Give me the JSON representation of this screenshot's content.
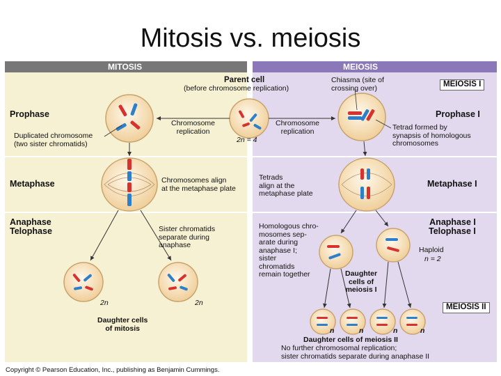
{
  "slide": {
    "title": "Mitosis vs. meiosis"
  },
  "mitosis": {
    "header": "MITOSIS",
    "prophase": "Prophase",
    "duplicated_chromosome": "Duplicated chromosome\n(two sister chromatids)",
    "chromosome_replication": "Chromosome\nreplication",
    "metaphase": "Metaphase",
    "chromosomes_align": "Chromosomes align\nat the metaphase plate",
    "anaphase_telophase": "Anaphase\nTelophase",
    "sister_chromatids_separate": "Sister chromatids\nseparate during\nanaphase",
    "ploidy_left": "2n",
    "ploidy_right": "2n",
    "daughter_cells": "Daughter cells\nof mitosis"
  },
  "center": {
    "parent_cell": "Parent cell",
    "parent_cell_note": "(before chromosome replication)",
    "ploidy": "2n = 4"
  },
  "meiosis": {
    "header": "MEIOSIS",
    "chiasma": "Chiasma (site of\ncrossing over)",
    "meiosis_one_box": "MEIOSIS I",
    "prophase_one": "Prophase I",
    "chromosome_replication": "Chromosome\nreplication",
    "tetrad_formed": "Tetrad formed by\nsynapsis of homologous\nchromosomes",
    "metaphase_one": "Metaphase I",
    "tetrads_align": "Tetrads\nalign at the\nmetaphase plate",
    "anaphase_telophase_one": "Anaphase I\nTelophase I",
    "homologous_separate": "Homologous chro-\nmosomes sep-\narate during\nanaphase I;\nsister\nchromatids\nremain together",
    "haploid": "Haploid",
    "haploid_n": "n = 2",
    "daughter_cells_one": "Daughter\ncells of\nmeiosis I",
    "meiosis_two_box": "MEIOSIS II",
    "n_labels": [
      "n",
      "n",
      "n",
      "n"
    ],
    "daughter_cells_two": "Daughter cells of meiosis II",
    "no_further": "No further chromosomal replication;\nsister chromatids separate during anaphase II"
  },
  "footer": {
    "copyright": "Copyright © Pearson Education, Inc., publishing as Benjamin Cummings."
  },
  "colors": {
    "mitosis_header": "#777777",
    "meiosis_header": "#8a78b8",
    "mitosis_bg": "#f6f1d2",
    "meiosis_bg": "#e3d9ee",
    "cell_fill": "#f5dfb8",
    "chromosome_red": "#d8322f",
    "chromosome_blue": "#2d7fc9"
  }
}
